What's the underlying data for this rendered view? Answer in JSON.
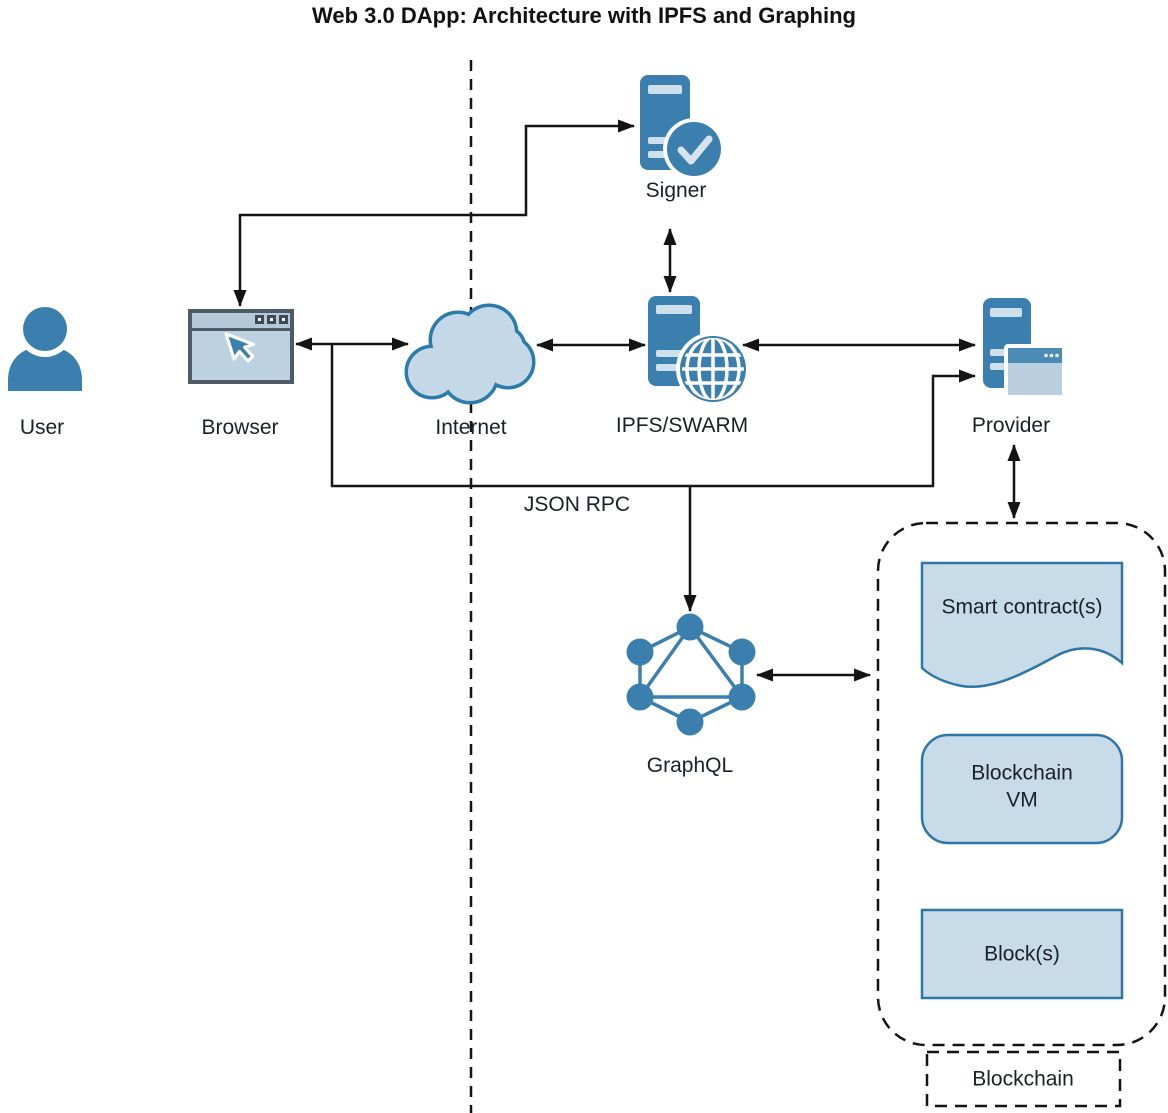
{
  "title": "Web 3.0 DApp: Architecture with IPFS and Graphing",
  "nodes": {
    "user": "User",
    "browser": "Browser",
    "internet": "Internet",
    "ipfs": "IPFS/SWARM",
    "signer": "Signer",
    "provider": "Provider",
    "graphql": "GraphQL"
  },
  "connections": {
    "json_rpc": "JSON RPC"
  },
  "blockchain": {
    "label": "Blockchain",
    "smart_contracts": "Smart contract(s)",
    "vm": "Blockchain VM",
    "blocks": "Block(s)"
  },
  "colors": {
    "primary": "#3a7fad",
    "icon_light": "#cfe0ed",
    "cloud_fill": "#c5d8e8",
    "cloud_stroke": "#2c7cab",
    "box_fill": "#c8dbe9",
    "box_stroke": "#2e76a6",
    "window_title": "#4a8cb5",
    "window_body": "#b9cfe0",
    "browser_border": "#4e5b66",
    "browser_bar": "#b3c8d8",
    "browser_body": "#bdd2e1",
    "browser_btn": "#3e4a54",
    "check": "#d8e3ec",
    "line": "#141414",
    "text": "#1a2027"
  }
}
